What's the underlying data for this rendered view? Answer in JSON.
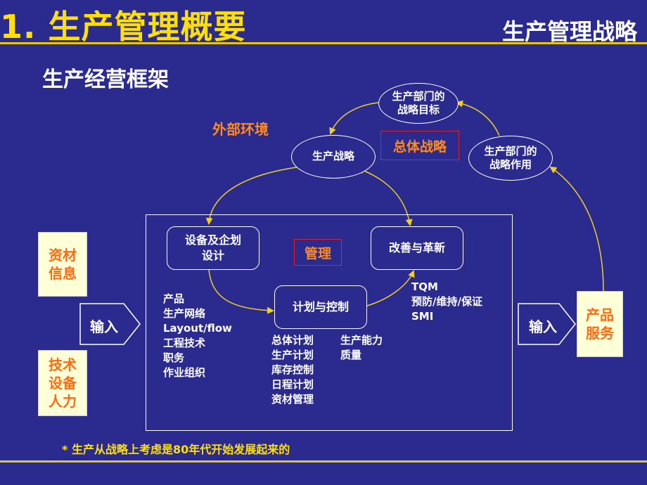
{
  "header": {
    "title": "1. 生产管理概要",
    "section": "生产管理战略"
  },
  "framework_title": "生产经营框架",
  "cycle": {
    "external_env": "外部环境",
    "overall_strategy": "总体战略",
    "dept_goal": "生产部门的\n战略目标",
    "dept_role": "生产部门的\n战略作用",
    "production_strategy": "生产战略"
  },
  "management": {
    "label": "管理",
    "equipment_design": "设备及企划\n设计",
    "improvement": "改善与革新",
    "plan_control": "计划与控制",
    "design_items": [
      "产品",
      "生产网络",
      "Layout/flow",
      "工程技术",
      "职务",
      "作业组织"
    ],
    "improvement_items": [
      "TQM",
      "预防/维持/保证",
      "SMI"
    ],
    "plan_items_left": [
      "总体计划",
      "生产计划",
      "库存控制",
      "日程计划",
      "资材管理"
    ],
    "plan_items_right": [
      "生产能力",
      "质量"
    ]
  },
  "inputs": {
    "left_label": "输入",
    "right_label": "输入",
    "materials_info": "资材\n信息",
    "tech_equipment_labor": "技术\n设备\n人力",
    "product_service": "产品\n服务"
  },
  "footnote": "* 生产从战略上考虑是80年代开始发展起来的",
  "colors": {
    "background": "#2b2b8f",
    "title_yellow": "#ffe000",
    "accent_orange": "#ff8a1f",
    "arrow_yellow": "#f0d020",
    "box_cream": "#ffffd8"
  }
}
